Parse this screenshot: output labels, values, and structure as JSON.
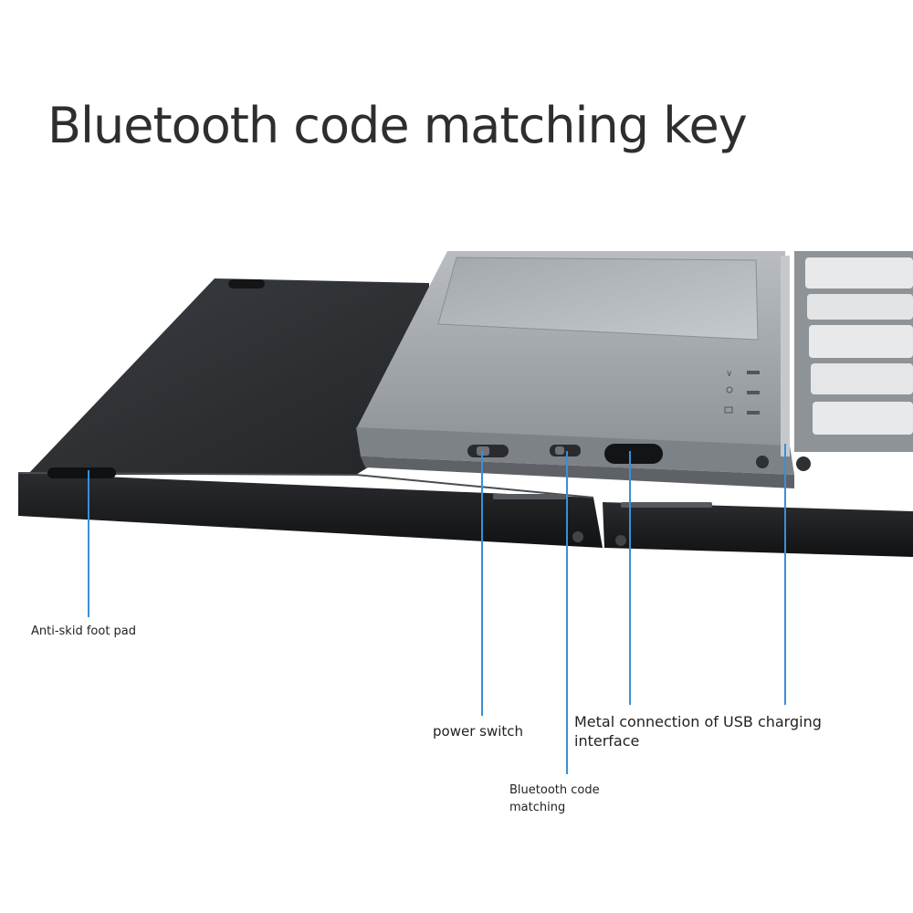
{
  "title": "Bluetooth code matching key",
  "callouts": {
    "anti_skid": "Anti-skid foot pad",
    "power_switch": "power switch",
    "bluetooth_code_line1": "Bluetooth code",
    "bluetooth_code_line2": "matching",
    "usb_line1": "Metal connection of USB charging",
    "usb_line2": "interface"
  },
  "colors": {
    "callout_line": "#3a8fd8",
    "base_plate": "#2b2d30",
    "keyboard_shell": "#9ea3a8",
    "keys": "#e8e9ea"
  }
}
